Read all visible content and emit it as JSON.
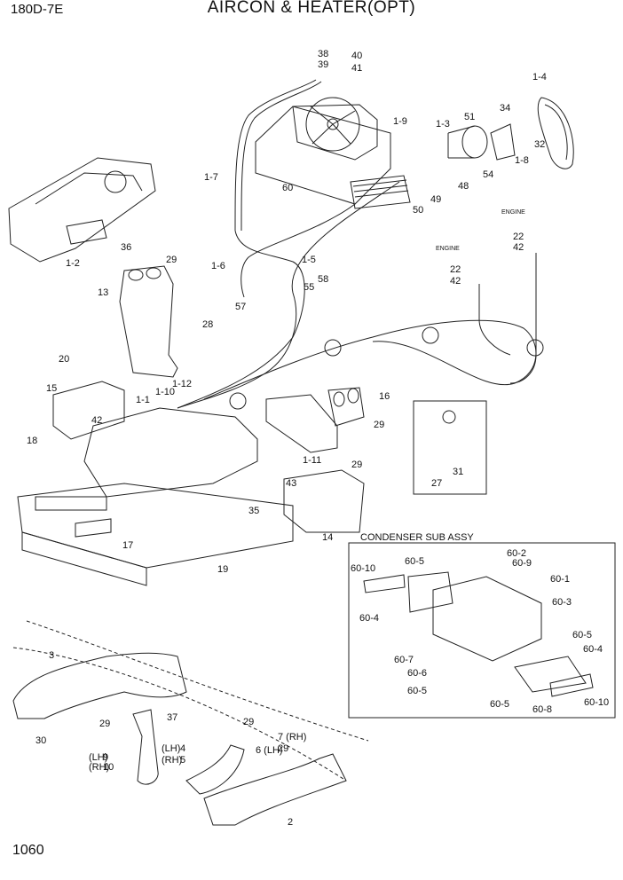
{
  "header": {
    "model": "180D-7E",
    "title": "AIRCON & HEATER(OPT)"
  },
  "footer": {
    "page_number": "1060"
  },
  "sub_assembly": {
    "title": "CONDENSER SUB ASSY"
  },
  "engine_labels": [
    "ENGINE",
    "ENGINE"
  ],
  "part_labels": [
    "38",
    "39",
    "40",
    "41",
    "1-4",
    "1-9",
    "1-3",
    "51",
    "34",
    "32",
    "1-8",
    "54",
    "1-7",
    "60",
    "50",
    "49",
    "48",
    "22",
    "42",
    "22",
    "42",
    "36",
    "1-2",
    "29",
    "13",
    "1-6",
    "1-5",
    "55",
    "58",
    "57",
    "28",
    "20",
    "15",
    "1-12",
    "1-10",
    "1-1",
    "42",
    "16",
    "29",
    "18",
    "1-11",
    "43",
    "29",
    "35",
    "14",
    "17",
    "19",
    "27",
    "31",
    "3",
    "29",
    "37",
    "30",
    "9",
    "10",
    "4",
    "5",
    "29",
    "6 (LH)",
    "7 (RH)",
    "29",
    "2",
    "60-2",
    "60-9",
    "60-10",
    "60-5",
    "60-1",
    "60-3",
    "60-4",
    "60-5",
    "60-4",
    "60-7",
    "60-6",
    "60-5",
    "60-5",
    "60-8",
    "60-10"
  ],
  "side_labels": [
    "(LH)",
    "(RH)",
    "(LH)",
    "(RH)"
  ]
}
